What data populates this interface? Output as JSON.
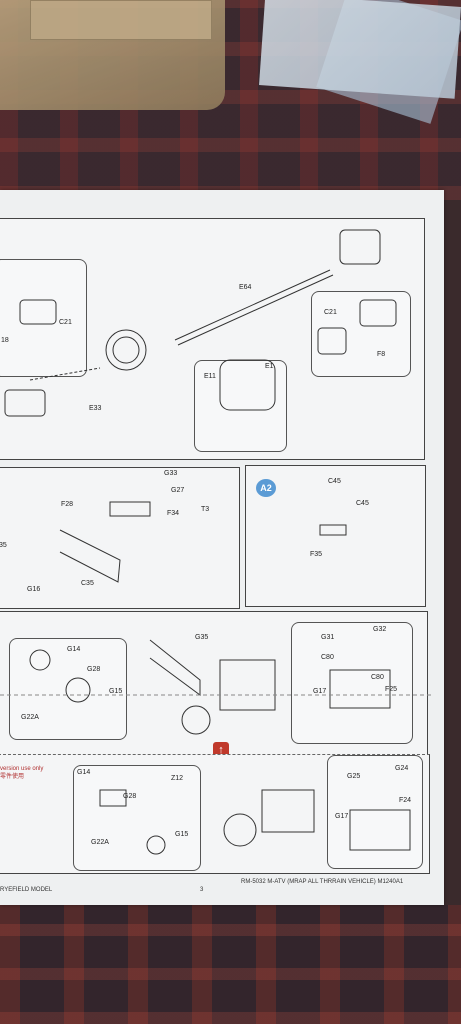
{
  "sheet": {
    "page_number": "3",
    "footer_left": "RYEFIELD MODEL",
    "footer_right": "RM-5032 M-ATV (MRAP ALL THRRAIN VEHICLE) M1240A1",
    "note_line1": "version use only",
    "note_line2": "零件使用"
  },
  "step1": {
    "labels": [
      "C21",
      "18",
      "E33",
      "E64",
      "C21",
      "F8",
      "E11",
      "E1"
    ]
  },
  "step2": {
    "labels": [
      "G33",
      "G27",
      "F28",
      "F34",
      "T3",
      "35",
      "G16",
      "C35"
    ]
  },
  "step3": {
    "badge": "A2",
    "labels": [
      "C45",
      "C45",
      "F35"
    ]
  },
  "step4": {
    "labels": [
      "G14",
      "G28",
      "G15",
      "G22A",
      "G35",
      "G31",
      "G32",
      "C80",
      "C80",
      "G17",
      "F25"
    ]
  },
  "step5": {
    "labels": [
      "G14",
      "Z12",
      "G28",
      "G15",
      "G22A",
      "G25",
      "G24",
      "F24",
      "G17"
    ]
  },
  "colors": {
    "paper": "#eef0f1",
    "badge": "#5b9bd5",
    "arrow": "#c0392b"
  }
}
